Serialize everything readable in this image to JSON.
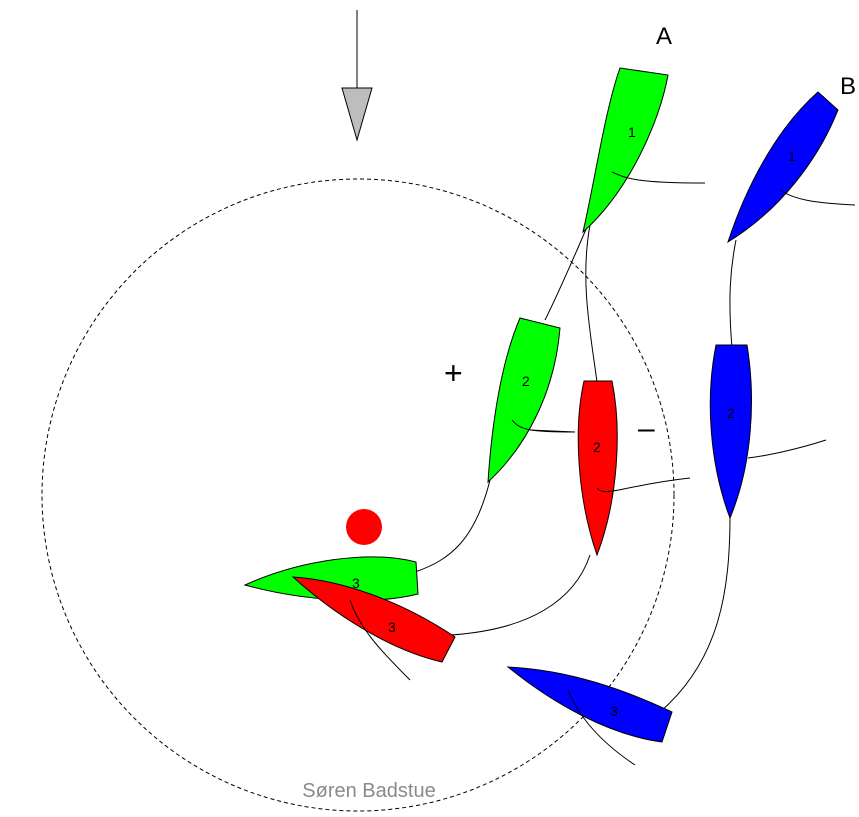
{
  "diagram": {
    "wind_arrow": "wind-arrow",
    "boats": {
      "A": {
        "label": "A",
        "color": "#00ff00",
        "positions": [
          "1",
          "2",
          "3"
        ]
      },
      "B": {
        "label": "B",
        "color": "#0000ff",
        "positions": [
          "1",
          "2",
          "3"
        ]
      },
      "red": {
        "color": "#ff0000",
        "positions": [
          "2",
          "3"
        ]
      }
    },
    "mark_color": "#ff0000",
    "signs": {
      "plus": "+",
      "minus": "–"
    },
    "credit": "Søren Badstue"
  }
}
